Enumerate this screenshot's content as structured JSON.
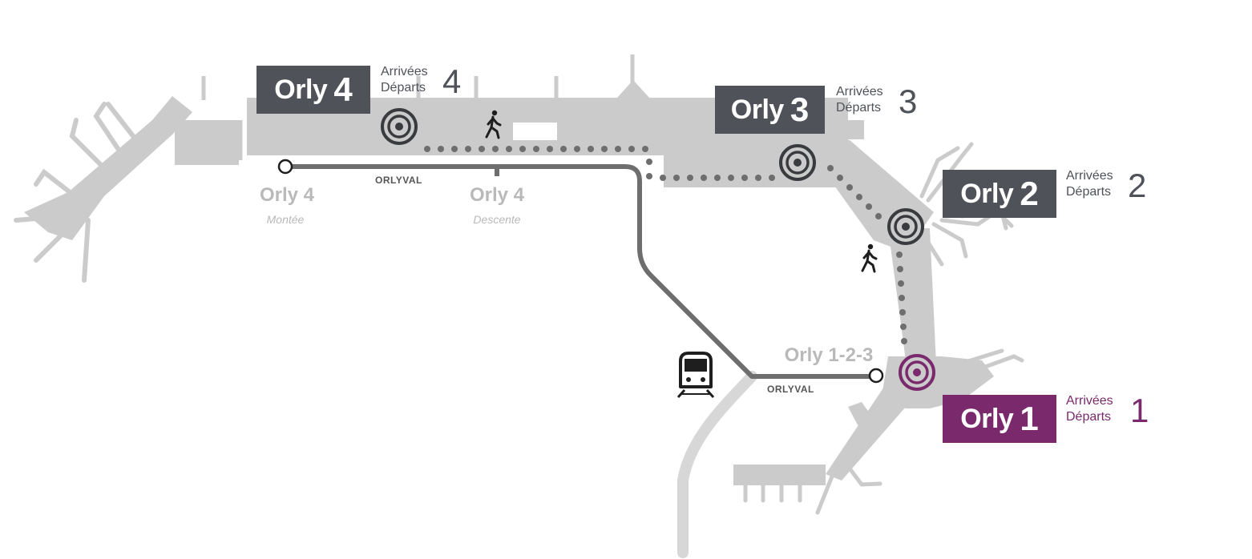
{
  "colors": {
    "terminal_fill": "#cbcbcb",
    "badge_dark": "#50525a",
    "badge_orly1": "#7a2a6c",
    "orly1_text": "#7a2a6c",
    "text_dark": "#50525a",
    "label_grey": "#b9b9b9",
    "orlyval_line": "#6e6e6e",
    "dots": "#6e6e6e"
  },
  "terminals": [
    {
      "name": "Orly",
      "number": "4",
      "arrivals": "Arrivées",
      "departures": "Départs",
      "big_number": "4"
    },
    {
      "name": "Orly",
      "number": "3",
      "arrivals": "Arrivées",
      "departures": "Départs",
      "big_number": "3"
    },
    {
      "name": "Orly",
      "number": "2",
      "arrivals": "Arrivées",
      "departures": "Départs",
      "big_number": "2"
    },
    {
      "name": "Orly",
      "number": "1",
      "arrivals": "Arrivées",
      "departures": "Départs",
      "big_number": "1"
    }
  ],
  "stations": [
    {
      "name": "Orly 4",
      "sub": "Montée"
    },
    {
      "name": "Orly 4",
      "sub": "Descente"
    },
    {
      "name": "Orly 1-2-3"
    }
  ],
  "line_labels": [
    "ORLYVAL",
    "ORLYVAL"
  ],
  "icons": {
    "pedestrian": "walking-person-icon",
    "train": "train-icon",
    "location": "concentric-circle-target-icon"
  }
}
